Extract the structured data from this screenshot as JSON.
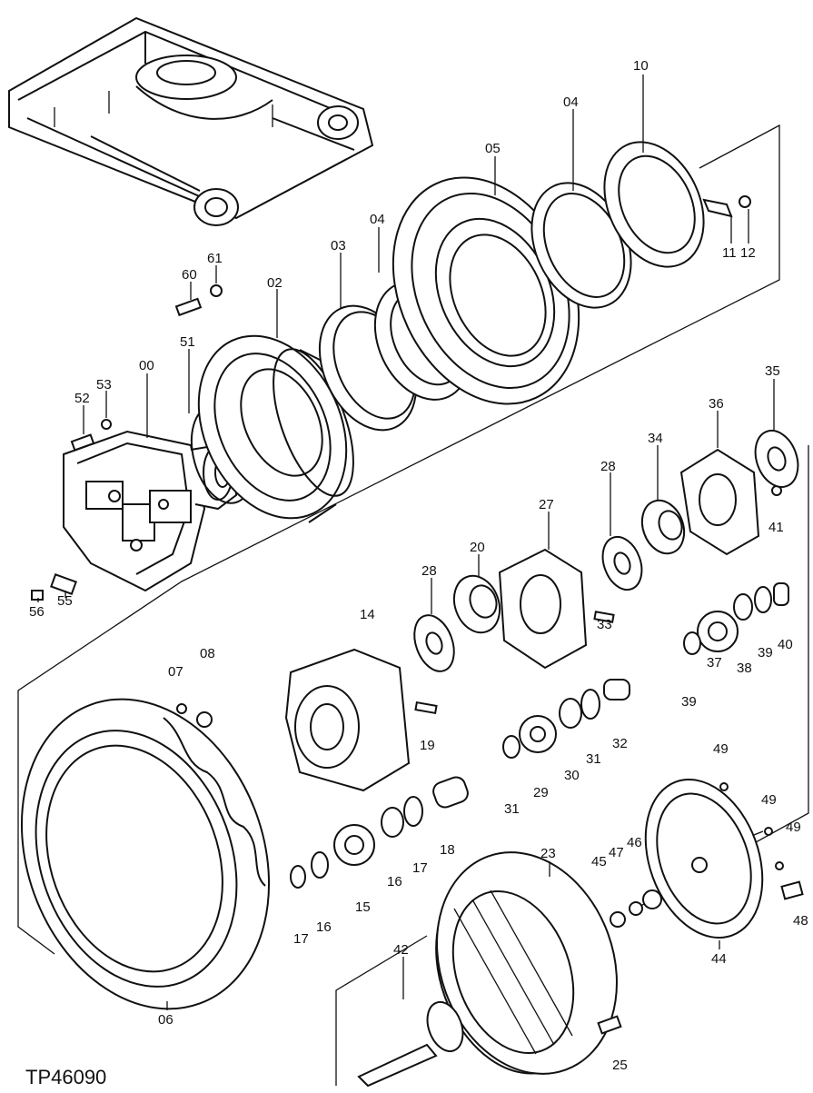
{
  "drawing_code": "TP46090",
  "part_labels": [
    "10",
    "04",
    "05",
    "04",
    "03",
    "02",
    "00",
    "61",
    "60",
    "51",
    "52",
    "53",
    "56",
    "55",
    "11",
    "12",
    "35",
    "36",
    "34",
    "28",
    "27",
    "20",
    "28",
    "41",
    "33",
    "40",
    "39",
    "38",
    "37",
    "39",
    "14",
    "07",
    "08",
    "19",
    "31",
    "29",
    "30",
    "31",
    "32",
    "49",
    "49",
    "49",
    "23",
    "45",
    "47",
    "46",
    "48",
    "44",
    "18",
    "17",
    "16",
    "15",
    "16",
    "17",
    "42",
    "25",
    "06"
  ]
}
